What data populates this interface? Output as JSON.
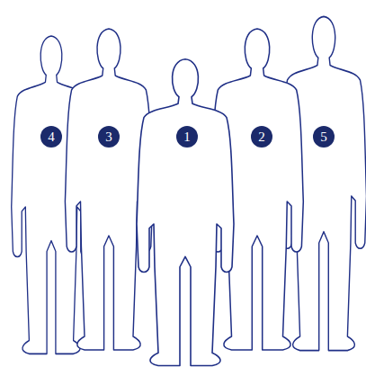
{
  "diagram": {
    "labels": [
      "4",
      "3",
      "1",
      "2",
      "5"
    ]
  }
}
